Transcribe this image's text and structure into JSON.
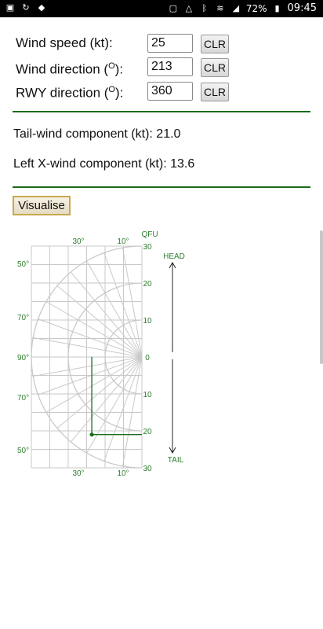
{
  "status_bar": {
    "battery": "72%",
    "time": "09:45",
    "icons": [
      "image-icon",
      "sync-icon",
      "dropbox-icon",
      "lock-icon",
      "alert-icon",
      "bluetooth-icon",
      "wifi-icon",
      "signal-icon",
      "battery-icon"
    ]
  },
  "form": {
    "wind_speed": {
      "label": "Wind speed (kt):",
      "value": "25",
      "clear": "CLR"
    },
    "wind_direction": {
      "label": "Wind direction (",
      "deg": "O",
      "label_end": "):",
      "value": "213",
      "clear": "CLR"
    },
    "rwy_direction": {
      "label": "RWY direction (",
      "deg": "O",
      "label_end": "):",
      "value": "360",
      "clear": "CLR"
    }
  },
  "results": {
    "tailwind": {
      "label": "Tail-wind component (kt):",
      "value": "21.0"
    },
    "crosswind": {
      "label": "Left X-wind component (kt):",
      "value": "13.6"
    }
  },
  "visualise_label": "Visualise",
  "diagram": {
    "top_angle_labels": [
      "30°",
      "10°"
    ],
    "bottom_angle_labels": [
      "30°",
      "10°"
    ],
    "left_angle_labels": [
      "50°",
      "70°",
      "90°",
      "70°",
      "50°"
    ],
    "qfu_label": "QFU",
    "right_speed_labels": [
      "30",
      "20",
      "10",
      "0",
      "10",
      "20",
      "30"
    ],
    "head_label": "HEAD",
    "tail_label": "TAIL",
    "wind_vector": {
      "crosswind_kt": 13.6,
      "tailwind_kt": 21.0,
      "max_kt": 30
    },
    "colors": {
      "grid": "#c9c9c9",
      "accent": "#1a6b1a",
      "text_green": "#2e7d2e"
    }
  }
}
